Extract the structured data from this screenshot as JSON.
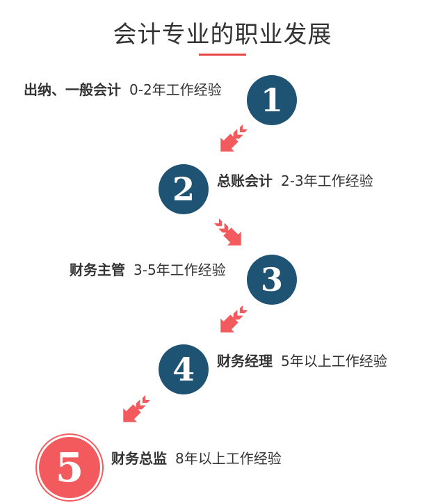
{
  "title": "会计专业的职业发展",
  "colors": {
    "accent": "#e8464b",
    "step_dark": "#1f5373",
    "step_highlight": "#f25a5e",
    "arrow": "#f25a5e"
  },
  "steps": [
    {
      "number": "1",
      "role": "出纳、一般会计",
      "experience": "0-2年工作经验"
    },
    {
      "number": "2",
      "role": "总账会计",
      "experience": "2-3年工作经验"
    },
    {
      "number": "3",
      "role": "财务主管",
      "experience": "3-5年工作经验"
    },
    {
      "number": "4",
      "role": "财务经理",
      "experience": "5年以上工作经验"
    },
    {
      "number": "5",
      "role": "财务总监",
      "experience": "8年以上工作经验"
    }
  ],
  "arrow_icon": "chevron-arrow-icon"
}
